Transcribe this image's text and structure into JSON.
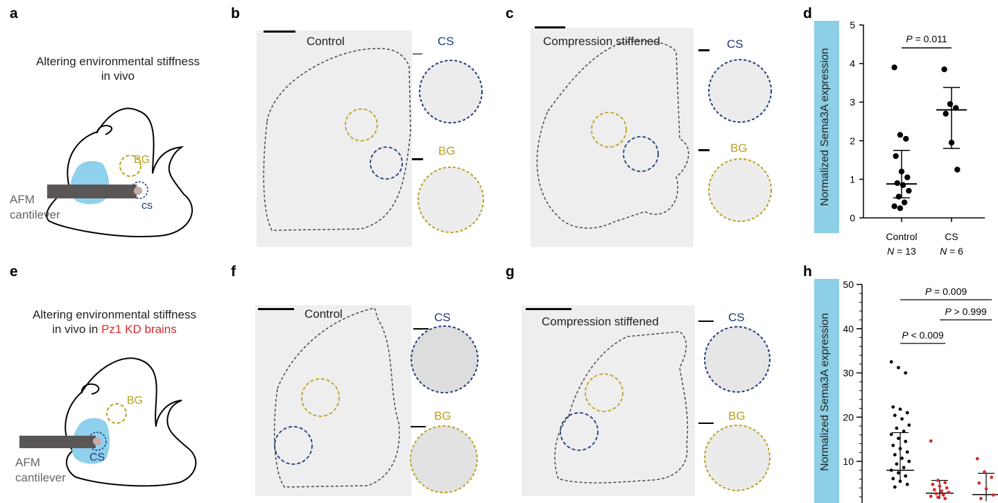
{
  "panels": {
    "a": {
      "letter": "a",
      "title_line1": "Altering environmental stiffness",
      "title_line2": "in vivo",
      "bg_label": "BG",
      "cs_label": "cs",
      "afm_line1": "AFM",
      "afm_line2": "cantilever"
    },
    "b": {
      "letter": "b",
      "title": "Control",
      "cs_label": "CS",
      "bg_label": "BG"
    },
    "c": {
      "letter": "c",
      "title": "Compression stiffened",
      "cs_label": "CS",
      "bg_label": "BG"
    },
    "e": {
      "letter": "e",
      "title_line1": "Altering environmental stiffness",
      "title_line2_prefix": "in vivo in ",
      "title_line2_highlight": "Pz1 KD brains",
      "bg_label": "BG",
      "cs_label": "CS",
      "afm_line1": "AFM",
      "afm_line2": "cantilever"
    },
    "f": {
      "letter": "f",
      "title": "Control",
      "cs_label": "CS",
      "bg_label": "BG"
    },
    "g": {
      "letter": "g",
      "title": "Compression stiffened",
      "cs_label": "CS",
      "bg_label": "BG"
    },
    "d": {
      "letter": "d"
    },
    "h": {
      "letter": "h"
    }
  },
  "colors": {
    "cs_blue": "#1f3a7a",
    "bg_gold": "#b8a020",
    "tissue_blue": "#8fd0ec",
    "red": "#d62b2b",
    "axis_label_bg": "#8ccfe6"
  },
  "chart_data": [
    {
      "type": "scatter",
      "panel": "d",
      "ylabel": "Normalized Sema3A expression",
      "ylim": [
        0,
        5
      ],
      "yticks": [
        "0",
        "1",
        "2",
        "3",
        "4",
        "5"
      ],
      "categories": [
        "Control",
        "CS"
      ],
      "n_labels": [
        "N = 13",
        "N = 6"
      ],
      "series": [
        {
          "name": "Control",
          "values": [
            3.9,
            2.15,
            2.05,
            1.6,
            1.2,
            1.05,
            0.9,
            0.85,
            0.7,
            0.55,
            0.4,
            0.3,
            0.25
          ],
          "mean": 0.88,
          "sd_upper": 1.75,
          "sd_lower": 0.52,
          "color": "#000000"
        },
        {
          "name": "CS",
          "values": [
            3.85,
            2.95,
            2.85,
            2.7,
            1.95,
            1.25
          ],
          "mean": 2.8,
          "sd_upper": 3.38,
          "sd_lower": 1.8,
          "color": "#000000"
        }
      ],
      "annotations": [
        {
          "text": "P = 0.011",
          "between": [
            "Control",
            "CS"
          ]
        }
      ]
    },
    {
      "type": "scatter",
      "panel": "h",
      "ylabel": "Normalized Sema3A expression",
      "ylim": [
        0,
        50
      ],
      "yticks": [
        "10",
        "20",
        "30",
        "40",
        "50"
      ],
      "series": [
        {
          "values": [
            32.5,
            31.2,
            30.0,
            22.3,
            21.8,
            21.0,
            20.4,
            19.6,
            18.2,
            17.5,
            16.8,
            16.1,
            15.2,
            14.5,
            13.6,
            12.9,
            12.1,
            11.5,
            10.7,
            10.0,
            9.4,
            8.6,
            8.0,
            7.4,
            6.7,
            6.1,
            5.5,
            4.8,
            4.2
          ],
          "mean": 8.0,
          "sd_upper": 16.5,
          "sd_lower": 5.2,
          "color": "#000000"
        },
        {
          "values": [
            14.6,
            5.7,
            5.2,
            4.8,
            4.4,
            4.0,
            3.6,
            3.3,
            3.0,
            2.7,
            2.4,
            2.1,
            1.9,
            1.6
          ],
          "mean": 2.8,
          "sd_upper": 5.7,
          "sd_lower": 1.5,
          "color": "#d62b2b"
        },
        {
          "values": [
            10.6,
            7.6,
            6.4,
            5.1,
            3.8,
            2.4,
            1.6
          ],
          "mean": 2.5,
          "sd_upper": 7.3,
          "sd_lower": 1.0,
          "color": "#d62b2b"
        }
      ],
      "annotations": [
        {
          "text": "P = 0.009",
          "between": [
            1,
            3
          ]
        },
        {
          "text": "P > 0.999",
          "between": [
            2,
            3
          ]
        },
        {
          "text": "P < 0.009",
          "between": [
            1,
            2
          ]
        }
      ]
    }
  ]
}
